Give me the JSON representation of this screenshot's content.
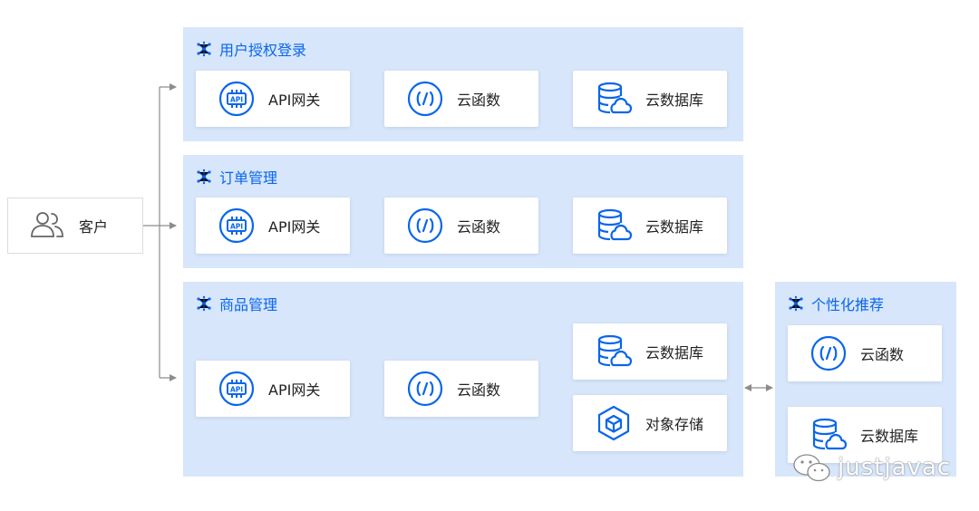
{
  "customer": {
    "label": "客户",
    "icon": "users-icon"
  },
  "groups": {
    "auth": {
      "title": "用户授权登录",
      "nodes": {
        "api": "API网关",
        "fn": "云函数",
        "db": "云数据库"
      }
    },
    "order": {
      "title": "订单管理",
      "nodes": {
        "api": "API网关",
        "fn": "云函数",
        "db": "云数据库"
      }
    },
    "product": {
      "title": "商品管理",
      "nodes": {
        "api": "API网关",
        "fn": "云函数",
        "db": "云数据库",
        "storage": "对象存储"
      }
    },
    "recommend": {
      "title": "个性化推荐",
      "nodes": {
        "fn": "云函数",
        "db": "云数据库"
      }
    }
  },
  "icons": {
    "group": "molecule-icon",
    "api": "api-gateway-icon",
    "fn": "cloud-function-icon",
    "db": "cloud-database-icon",
    "storage": "object-storage-cube-icon"
  },
  "colors": {
    "accent": "#0a66ea",
    "group_bg": "#d7e6fb",
    "connector": "#8c8c8c"
  },
  "watermark": "justjavac"
}
